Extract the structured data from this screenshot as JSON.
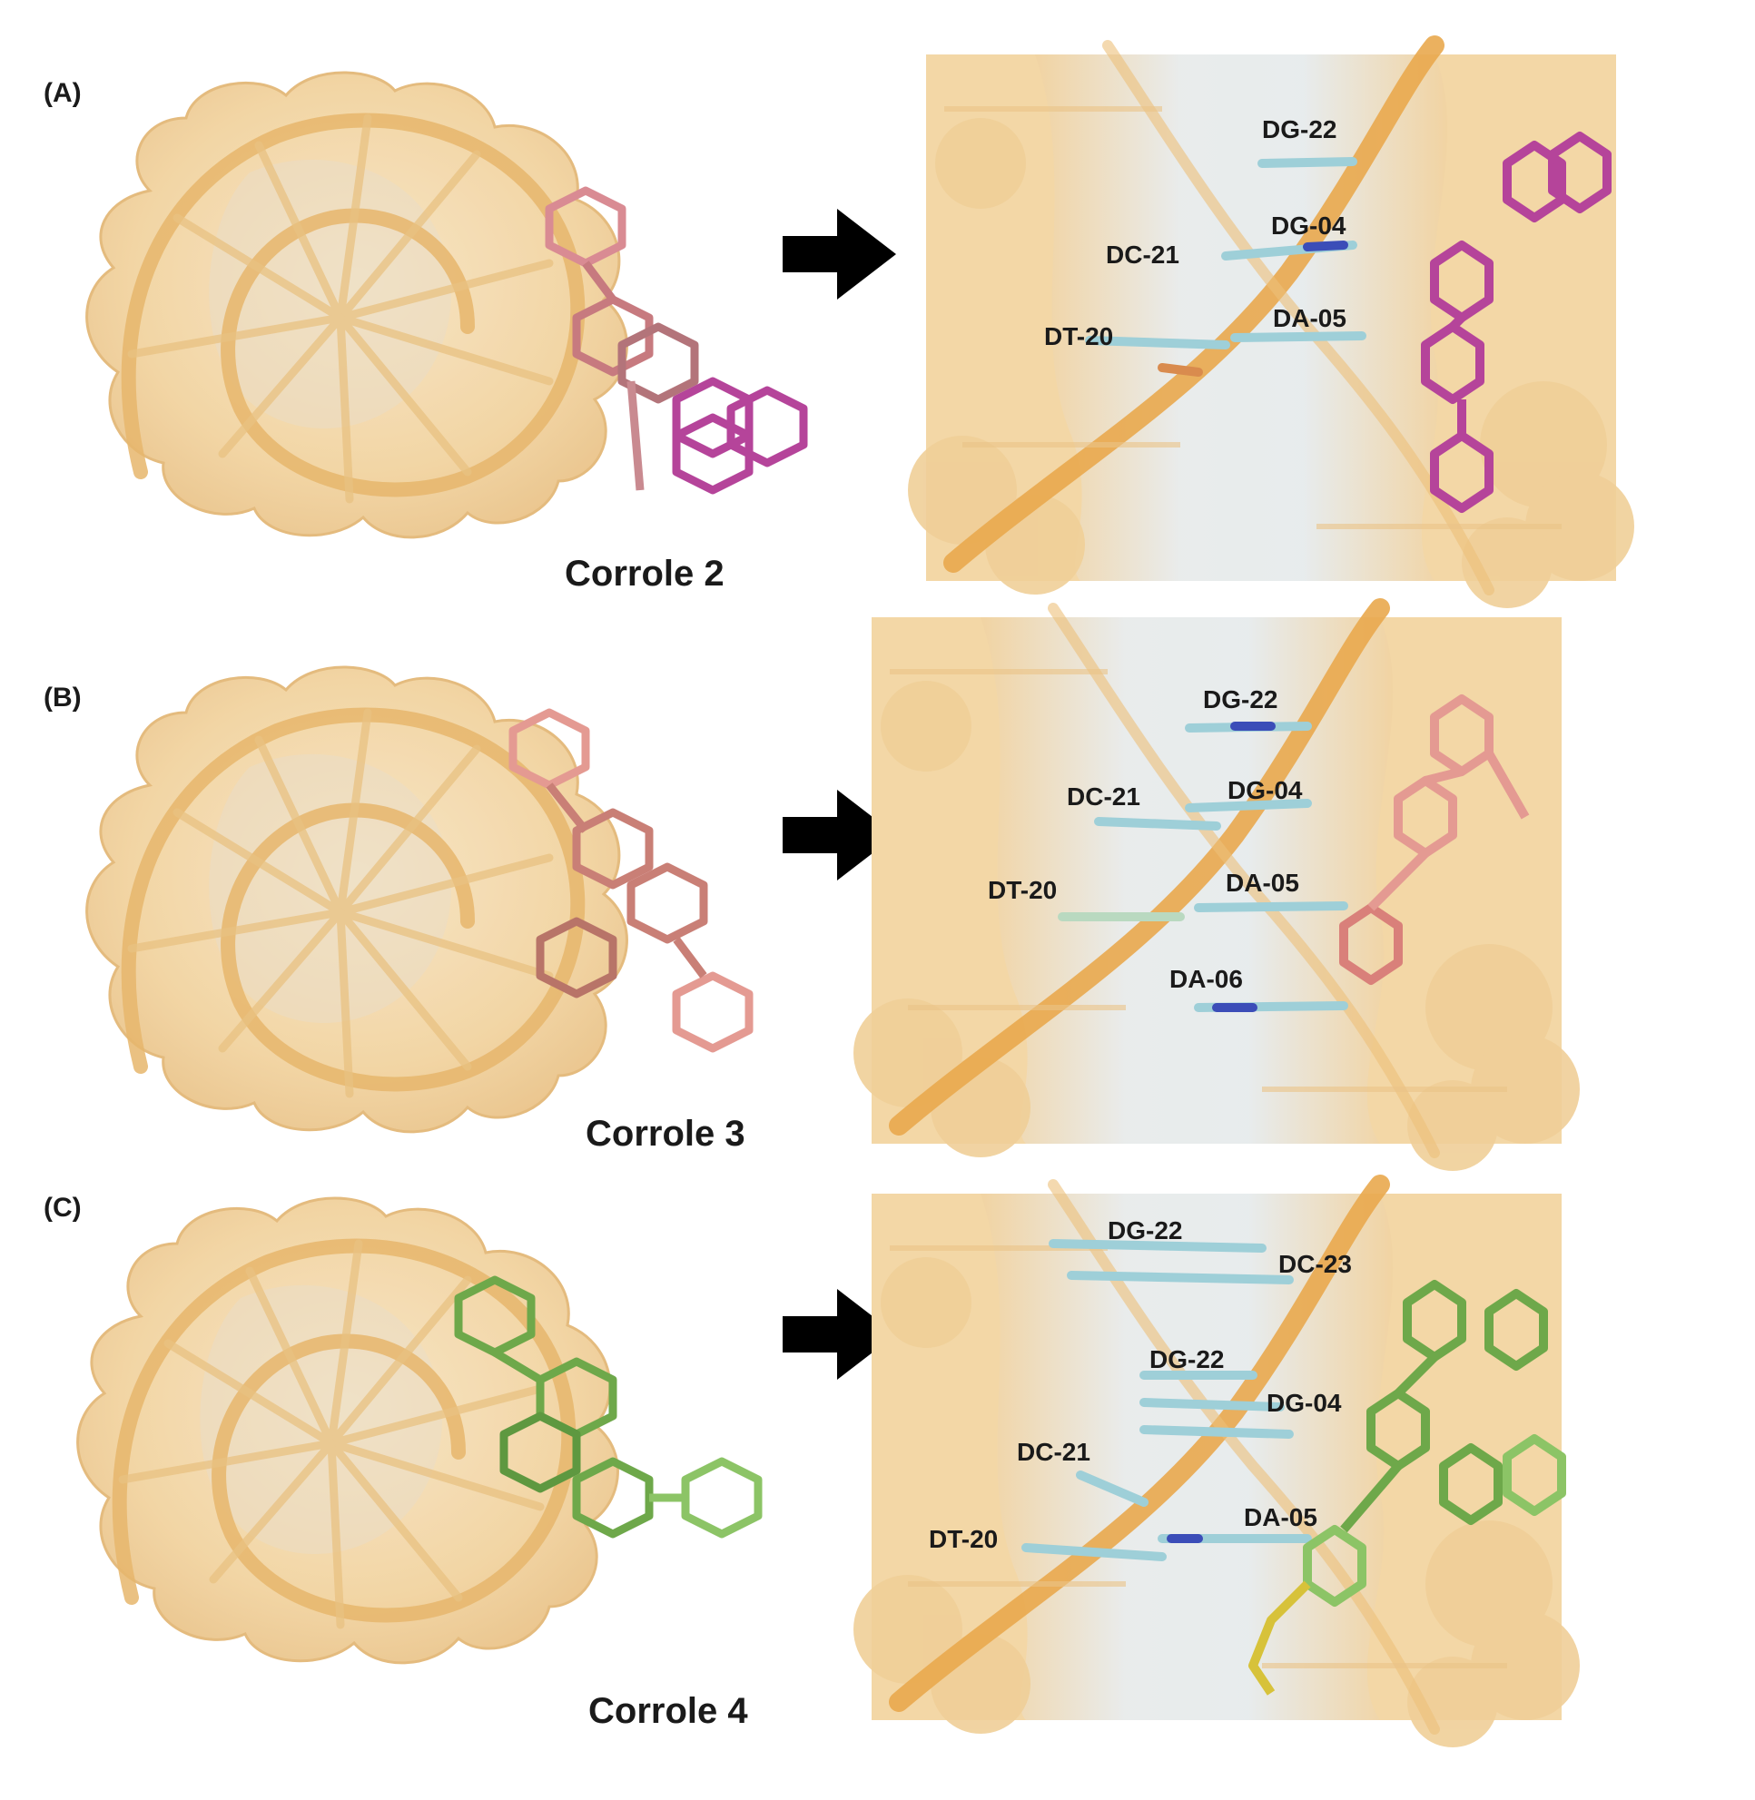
{
  "panels": [
    {
      "letter": "(A)",
      "compound": "Corrole 2",
      "ligand_color": "#b5449a",
      "ligand_color_2": "#d98b93",
      "residues": [
        "DG-22",
        "DG-04",
        "DC-21",
        "DT-20",
        "DA-05"
      ]
    },
    {
      "letter": "(B)",
      "compound": "Corrole 3",
      "ligand_color": "#e49a92",
      "ligand_color_2": "#c97f76",
      "residues": [
        "DG-22",
        "DC-21",
        "DG-04",
        "DT-20",
        "DA-05",
        "DA-06"
      ]
    },
    {
      "letter": "(C)",
      "compound": "Corrole 4",
      "ligand_color": "#6ea84a",
      "ligand_color_2": "#8cc466",
      "residues": [
        "DG-22",
        "DC-23",
        "DG-22",
        "DG-04",
        "DC-21",
        "DA-05",
        "DT-20"
      ]
    }
  ],
  "colors": {
    "surface": "#f4d9a8",
    "backbone": "#e8b46a",
    "backbone_dark": "#d6963c",
    "arrow": "#000000",
    "nucleotide": "#9ecfd8",
    "nitrogen": "#3b4db8",
    "oxygen": "#d94040"
  }
}
